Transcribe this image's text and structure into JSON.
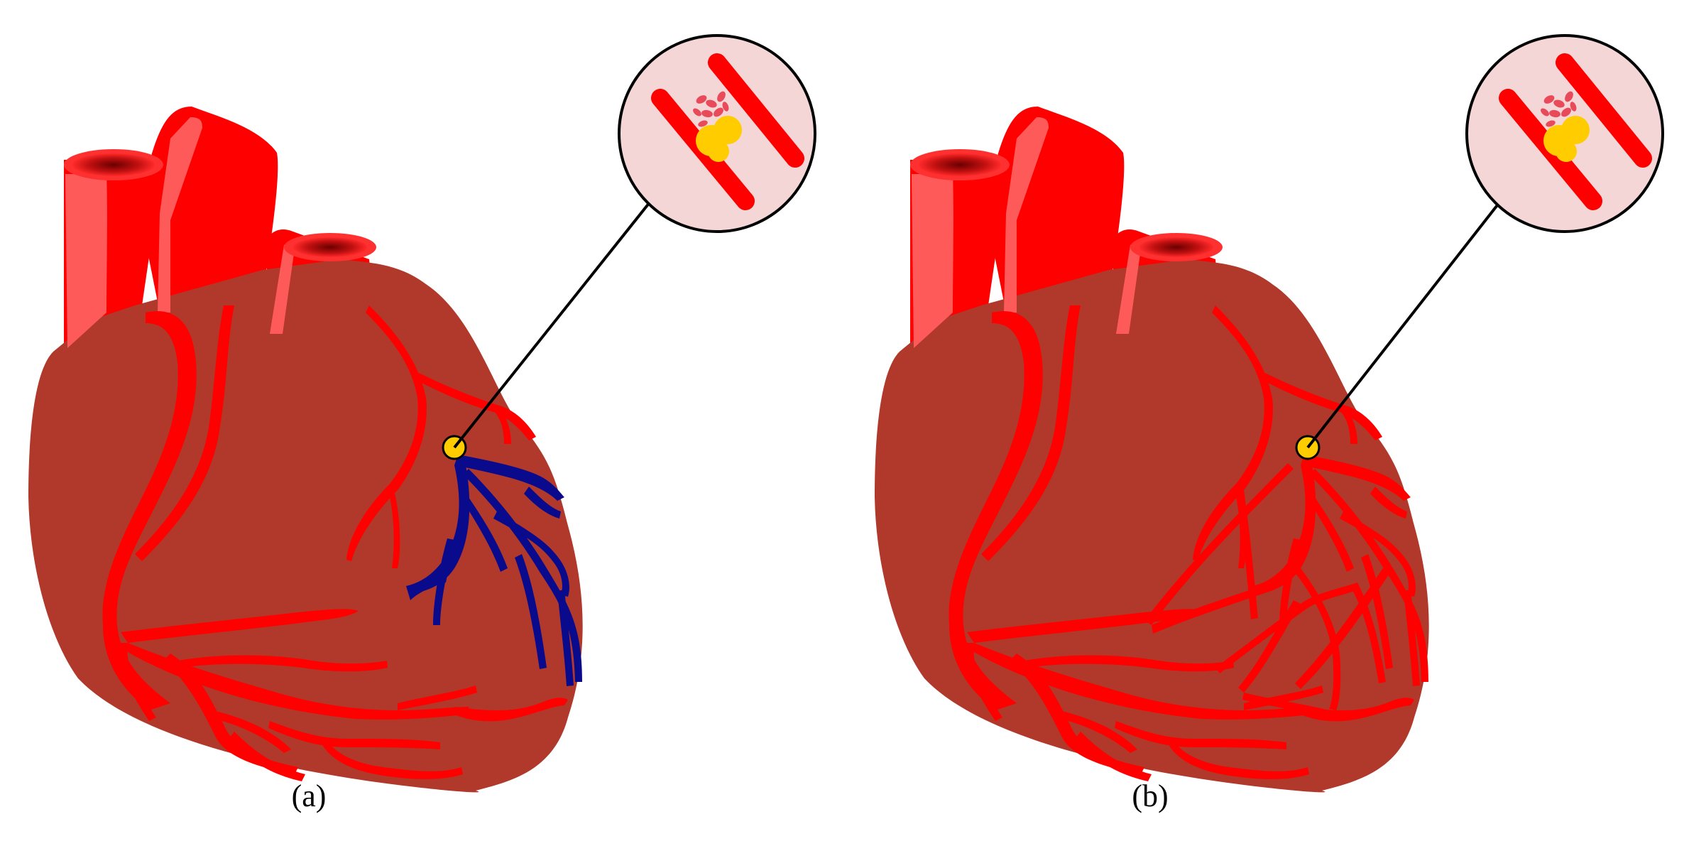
{
  "panels": [
    {
      "id": "a",
      "caption": "(a)",
      "vessel_state": "blocked",
      "downstream_vessel_color": "#0a0a8c"
    },
    {
      "id": "b",
      "caption": "(b)",
      "vessel_state": "collateral",
      "downstream_vessel_color": "#ff0000"
    }
  ],
  "colors": {
    "heart_muscle": "#b0392b",
    "artery": "#ff0000",
    "artery_highlight": "#ff5a5a",
    "vessel_lumen": "#8a0000",
    "deoxygenated_vessel": "#0a0a8c",
    "plaque": "#ffcc00",
    "magnifier_fill": "#f4d6d6",
    "blood_cell": "#e84a5a"
  },
  "icons": {
    "blockage_marker": "yellow-circle",
    "magnifier": "circle-callout"
  }
}
